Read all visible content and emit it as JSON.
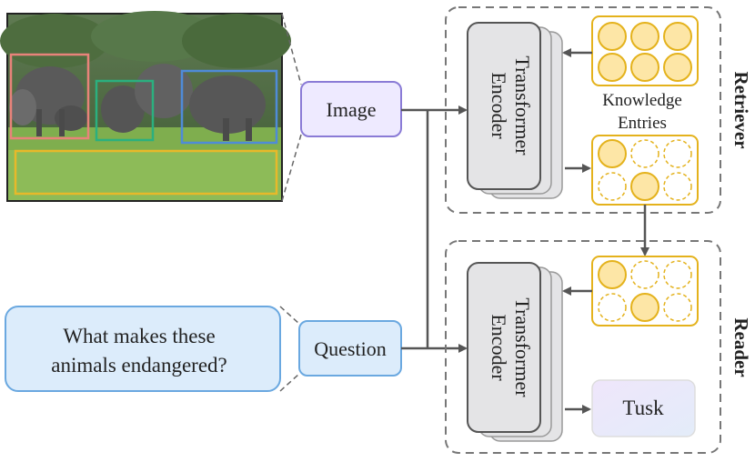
{
  "photo": {
    "description_icon": "elephant-herd-photo",
    "box_colors": [
      "#e8837a",
      "#2bb07f",
      "#4f8bd8",
      "#e7b92a"
    ]
  },
  "image_label": "Image",
  "question_label": "Question",
  "question_text_line1": "What makes these",
  "question_text_line2": "animals endangered?",
  "encoder_line1": "Transformer",
  "encoder_line2": "Encoder",
  "knowledge_line1": "Knowledge",
  "knowledge_line2": "Entries",
  "retriever_label": "Retriever",
  "reader_label": "Reader",
  "answer_label": "Tusk",
  "colors": {
    "image_fill": "#eeeaff",
    "image_stroke": "#8a7bd6",
    "question_fill": "#dcecfb",
    "question_stroke": "#6aa8e0",
    "gold_fill": "#fde6a6",
    "gold_stroke": "#e4b21c",
    "answer_fill": "#ede6f7",
    "encoder_fill": "#e4e4e6"
  }
}
